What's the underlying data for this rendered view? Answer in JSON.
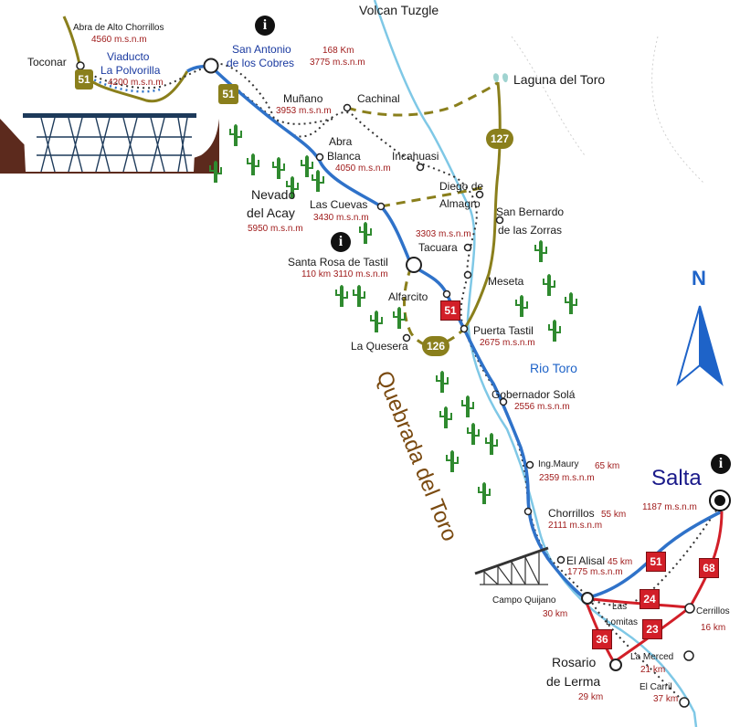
{
  "places": {
    "volcan_tuzgle": "Volcan Tuzgle",
    "abra_alto_chorrillos": "Abra de Alto Chorrillos",
    "abra_alto_chorrillos_alt": "4560 m.s.n.m",
    "toconar": "Toconar",
    "viaducto_line1": "Viaducto",
    "viaducto_line2": "La Polvorilla",
    "viaducto_alt": "4200 m.s.n.m",
    "san_antonio_line1": "San Antonio",
    "san_antonio_line2": "de los Cobres",
    "san_antonio_km": "168 Km",
    "san_antonio_alt": "3775 m.s.n.m",
    "munano": "Muñano",
    "munano_alt": "3953 m.s.n.m",
    "cachinal": "Cachinal",
    "laguna_del_toro": "Laguna del Toro",
    "abra_blanca_line1": "Abra",
    "abra_blanca_line2": "Blanca",
    "abra_blanca_alt": "4050 m.s.n.m",
    "incahuasi": "Incahuasi",
    "nevado_line1": "Nevado",
    "nevado_line2": "del Acay",
    "nevado_alt": "5950 m.s.n.m",
    "las_cuevas": "Las Cuevas",
    "las_cuevas_alt": "3430 m.s.n.m",
    "diego_line1": "Diego de",
    "diego_line2": "Almagro",
    "san_bernardo_line1": "San Bernardo",
    "san_bernardo_line2": "de las Zorras",
    "tacuara_alt": "3303 m.s.n.m",
    "tacuara": "Tacuara",
    "santa_rosa": "Santa Rosa de Tastil",
    "santa_rosa_km_alt": "110 km  3110 m.s.n.m",
    "meseta": "Meseta",
    "alfarcito": "Alfarcito",
    "puerta_tastil": "Puerta Tastil",
    "puerta_tastil_alt": "2675 m.s.n.m",
    "la_quesera": "La Quesera",
    "rio_toro": "Rio Toro",
    "gobernador_sola": "Gobernador Solá",
    "gobernador_sola_alt": "2556 m.s.n.m",
    "quebrada": "Quebrada del Toro",
    "ing_maury": "Ing.Maury",
    "ing_maury_km": "65 km",
    "ing_maury_alt": "2359 m.s.n.m",
    "chorrillos": "Chorrillos",
    "chorrillos_km": "55 km",
    "chorrillos_alt": "2111 m.s.n.m",
    "el_alisal": "El Alisal",
    "el_alisal_km": "45 km",
    "el_alisal_alt": "1775 m.s.n.m",
    "salta": "Salta",
    "salta_alt": "1187 m.s.n.m",
    "campo_quijano": "Campo Quijano",
    "campo_quijano_km": "30 km",
    "las_lomitas_line1": "Las",
    "las_lomitas_line2": "Lomitas",
    "cerrillos": "Cerrillos",
    "cerrillos_km": "16 km",
    "rosario_line1": "Rosario",
    "rosario_line2": "de Lerma",
    "rosario_km": "29 km",
    "la_merced": "La Merced",
    "la_merced_km": "21 km",
    "el_carril": "El Carril",
    "el_carril_km": "37 km"
  },
  "routes": {
    "r51_top": "51",
    "r51_sac": "51",
    "r51_red": "51",
    "r51_salta": "51",
    "r127": "127",
    "r126": "126",
    "r68": "68",
    "r24": "24",
    "r23": "23",
    "r36": "36"
  },
  "compass": {
    "north": "N"
  },
  "info_symbol": "i",
  "colors": {
    "highway": "#2f72c9",
    "river": "#7fc8e6",
    "olive_road": "#8a7f1c",
    "red_road": "#d21f28",
    "railway": "#333333",
    "cactus": "#2f8a2f"
  }
}
